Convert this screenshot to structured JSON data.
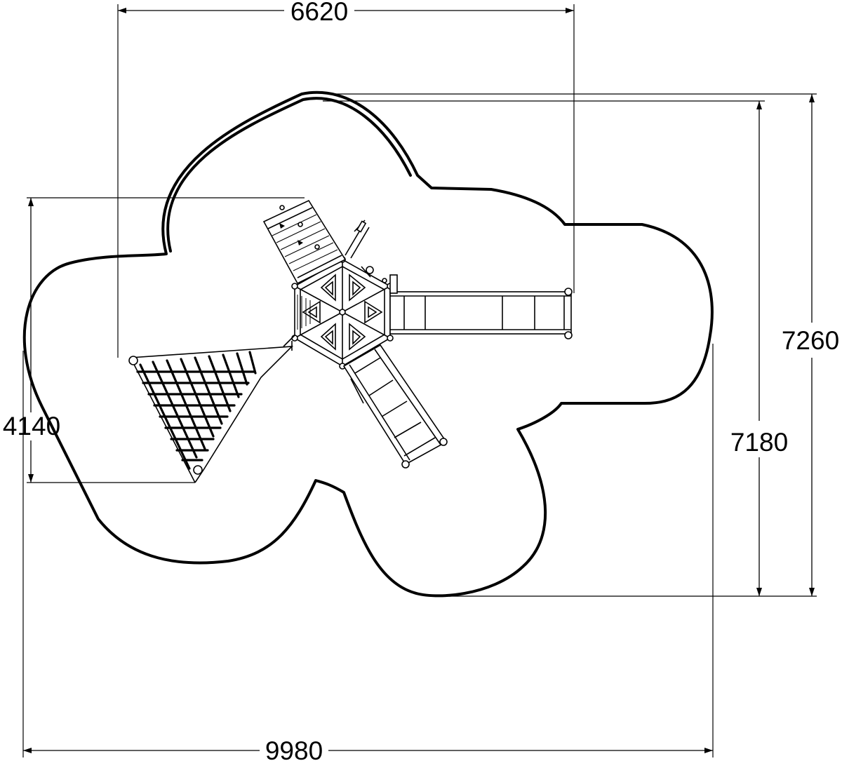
{
  "dimensions": {
    "top_width": "6620",
    "bottom_width": "9980",
    "left_height": "4140",
    "right_inner_height": "7180",
    "right_outer_height": "7260"
  }
}
